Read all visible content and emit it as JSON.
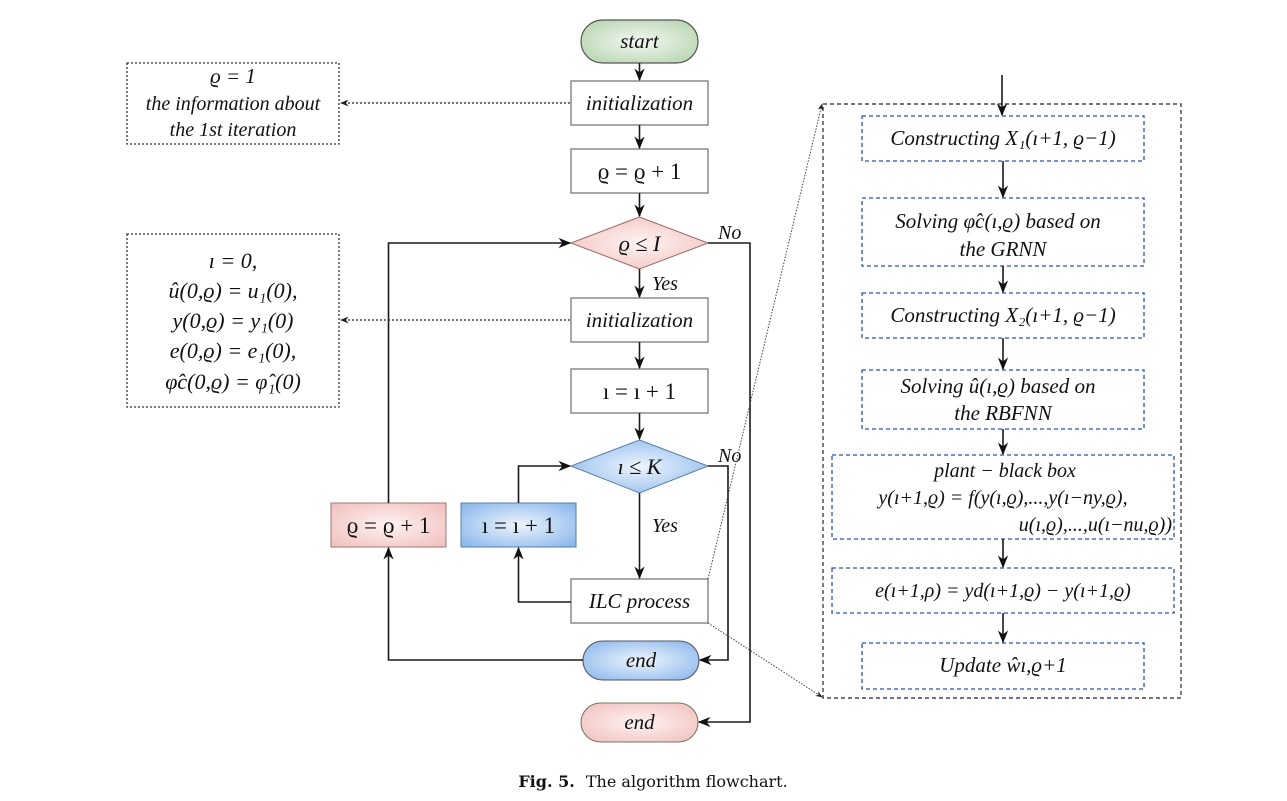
{
  "caption": {
    "label": "Fig. 5.",
    "text": "The algorithm flowchart."
  },
  "colors": {
    "green_terminal": "#c9dfc4",
    "pink_fill": "#f6d1cf",
    "blue_fill": "#a9c9f1",
    "blue_dashed_border": "#2b4fb8"
  },
  "main_flow": {
    "start": "start",
    "init_outer": "initialization",
    "rho_increment": "ϱ = ϱ + 1",
    "outer_decision": "ϱ ≤ I",
    "outer_yes": "Yes",
    "outer_no": "No",
    "init_inner": "initialization",
    "iota_increment": "ı = ı + 1",
    "inner_decision": "ı ≤ K",
    "inner_yes": "Yes",
    "inner_no": "No",
    "ilc_process": "ILC process",
    "end_inner": "end",
    "end_outer": "end",
    "loop_rho_increment": "ϱ = ϱ + 1",
    "loop_iota_increment": "ı = ı + 1"
  },
  "note_outer": {
    "lines": [
      "ϱ = 1",
      "the information about",
      "the 1st iteration"
    ]
  },
  "note_inner": {
    "lines": [
      "ı = 0,",
      "û(0,ϱ) = u₁(0),",
      "y(0,ϱ) = y₁(0)",
      "e(0,ϱ) = e₁(0),",
      "φ̂c(0,ϱ) = φ̂₁(0)"
    ]
  },
  "ilc_detail": {
    "steps": [
      {
        "lines": [
          "Constructing X₁(ı+1, ϱ−1)"
        ]
      },
      {
        "lines": [
          "Solving φ̂c(ı,ϱ) based on",
          "the GRNN"
        ]
      },
      {
        "lines": [
          "Constructing X₂(ı+1, ϱ−1)"
        ]
      },
      {
        "lines": [
          "Solving û(ı,ϱ) based on",
          "the RBFNN"
        ]
      },
      {
        "lines": [
          "plant − black box",
          "y(ı+1,ϱ) = f(y(ı,ϱ),...,y(ı−ny,ϱ),",
          "u(ı,ϱ),...,u(ı−nu,ϱ))"
        ]
      },
      {
        "lines": [
          "e(ı+1,ρ) = yd(ı+1,ϱ) − y(ı+1,ϱ)"
        ]
      },
      {
        "lines": [
          "Update ŵı,ϱ+1"
        ]
      }
    ]
  }
}
